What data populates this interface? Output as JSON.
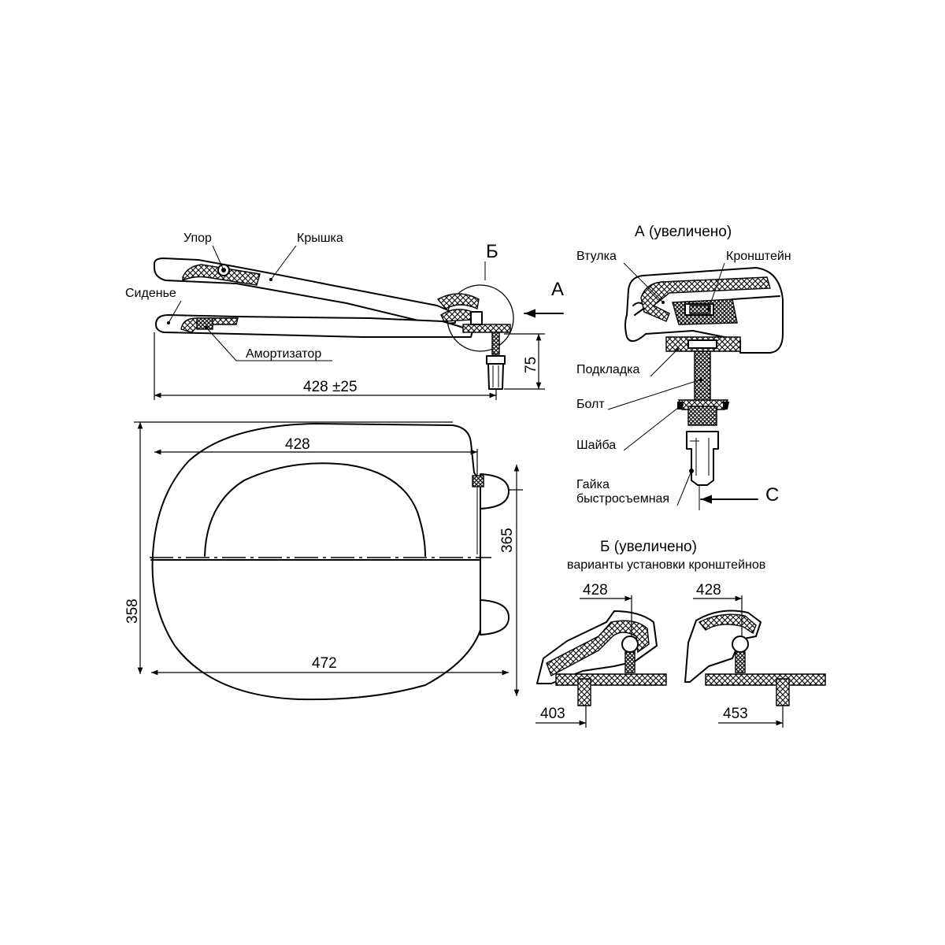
{
  "side_view": {
    "labels": {
      "stop": "Упор",
      "lid": "Крышка",
      "seat": "Сиденье",
      "damper": "Амортизатор",
      "detail_b": "Б",
      "view_a": "А"
    },
    "dimensions": {
      "bolt_height": "75",
      "length_tol": "428 ±25"
    }
  },
  "top_view": {
    "dimensions": {
      "length": "428",
      "total_width": "358",
      "half_width": "365",
      "total_length": "472"
    }
  },
  "detail_a": {
    "title": "А (увеличено)",
    "labels": {
      "bushing": "Втулка",
      "bracket": "Кронштейн",
      "pad": "Подкладка",
      "bolt": "Болт",
      "washer": "Шайба",
      "nut_line1": "Гайка",
      "nut_line2": "быстросъемная",
      "c_mark": "С"
    }
  },
  "detail_b": {
    "title": "Б (увеличено)",
    "subtitle": "варианты установки кронштейнов",
    "variant1": {
      "top": "428",
      "bottom": "403"
    },
    "variant2": {
      "top": "428",
      "bottom": "453"
    }
  }
}
